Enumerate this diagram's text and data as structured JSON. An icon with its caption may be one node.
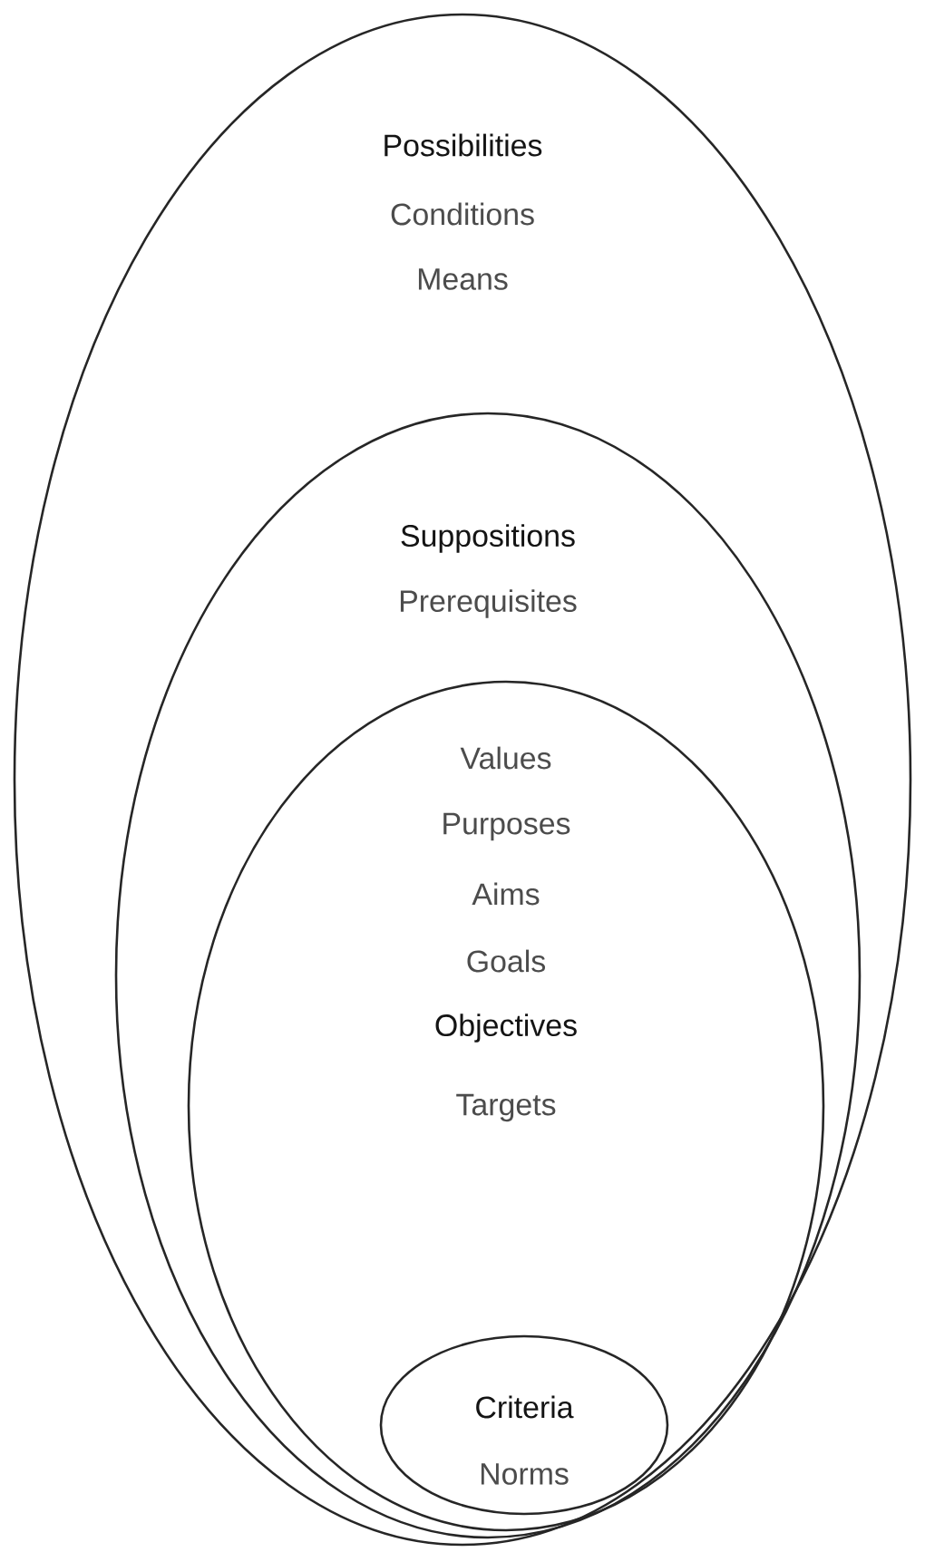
{
  "diagram": {
    "nodes": [
      {
        "text": [
          "Possibilities",
          "Conditions",
          "Means"
        ]
      },
      {
        "text": [
          "Suppositions",
          "Prerequisites"
        ],
        "in": 0
      },
      {
        "text": [
          "Values",
          "Purposes",
          "Aims",
          "Goals",
          "Objectives",
          "Targets"
        ],
        "in": 1
      },
      {
        "text": [
          "Criteria",
          "Norms"
        ],
        "in": 2
      }
    ]
  }
}
